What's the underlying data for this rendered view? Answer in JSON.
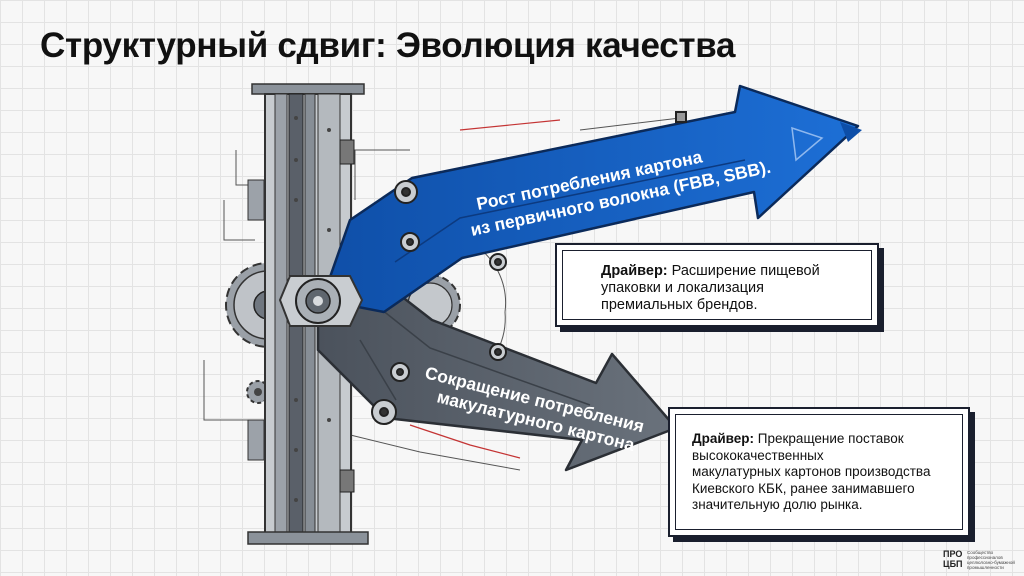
{
  "title": "Структурный сдвиг: Эволюция качества",
  "arrows": {
    "up": {
      "line1": "Рост потребления картона",
      "line2": "из первичного волокна (FBB, SBB).",
      "color": "#1660c4"
    },
    "down": {
      "line1": "Сокращение потребления",
      "line2": "макулатурного картона",
      "color": "#58606b"
    }
  },
  "callouts": {
    "top": {
      "label": "Драйвер:",
      "line1": " Расширение пищевой",
      "line2": "упаковки и локализация",
      "line3": "премиальных брендов."
    },
    "bottom": {
      "label": "Драйвер:",
      "line1": " Прекращение поставок",
      "line2": "высококачественных",
      "line3": "макулатурных картонов производства",
      "line4": "Киевского КБК, ранее занимавшего",
      "line5": "значительную долю рынка."
    }
  },
  "logo": {
    "line1": "ПРО",
    "line2": "ЦБП",
    "tagline": "Сообщество профессионалов целлюлозно-бумажной промышленности"
  }
}
